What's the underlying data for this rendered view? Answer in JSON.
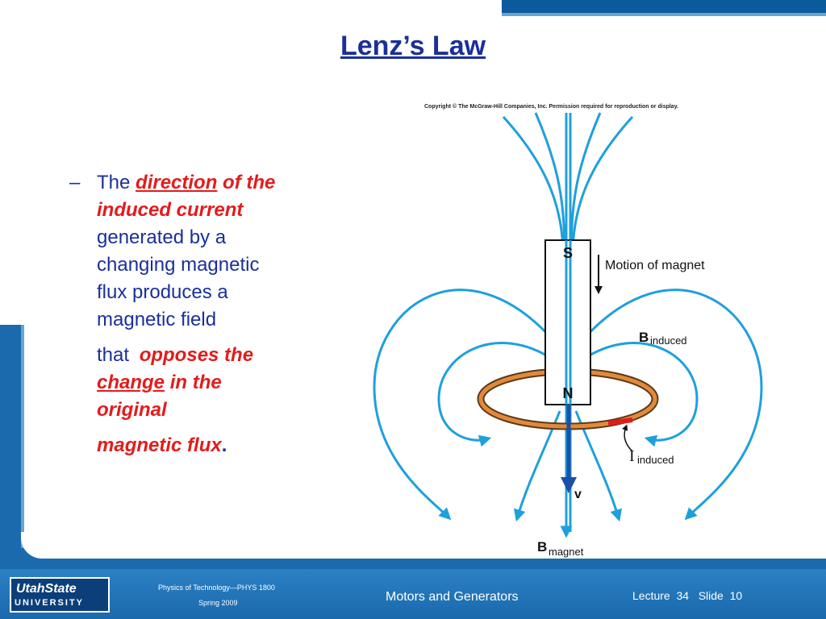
{
  "slide": {
    "title": "Lenz’s Law",
    "bullet": {
      "dash": "–",
      "t1": "The ",
      "t2": "direction",
      "t3": " of the induced current",
      "t4": " generated by a changing magnetic flux produces a magnetic field",
      "t5": "that ",
      "t6": "opposes the ",
      "t7": "change",
      "t8": " in the original",
      "t9": "magnetic flux",
      "t10": "."
    }
  },
  "figure": {
    "copyright": "Copyright © The McGraw-Hill Companies, Inc. Permission required for reproduction or display.",
    "magnet_s": "S",
    "magnet_n": "N",
    "motion_label": "Motion of magnet",
    "b_induced_main": "B",
    "b_induced_sub": "induced",
    "i_induced_main": "I",
    "i_induced_sub": "induced",
    "v_label": "v",
    "b_magnet_main": "B",
    "b_magnet_sub": "magnet"
  },
  "footer": {
    "logo_top": "UtahState",
    "logo_bottom": "UNIVERSITY",
    "course": "Physics of Technology—PHYS 1800",
    "term": "Spring 2009",
    "topic": "Motors and Generators",
    "lecture": "Lecture  34   Slide  10"
  },
  "colors": {
    "title": "#1b2f9a",
    "emphasis": "#e41b1b",
    "field_lines": "#1ea0dc",
    "band": "#1a6aad"
  }
}
